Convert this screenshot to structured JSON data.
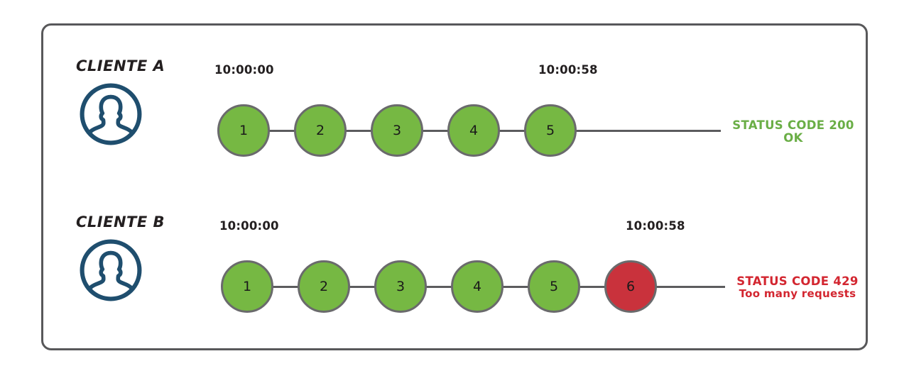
{
  "diagram": {
    "title_hidden": "",
    "colors": {
      "frame_border": "#58585a",
      "node_ok": "#76b843",
      "node_fail": "#c9323c",
      "node_stroke": "#6a6a6c",
      "link": "#5c5c5e",
      "avatar": "#1f4e6e",
      "status_ok_text": "#6aae46",
      "status_fail_text": "#d32630",
      "text": "#231f20"
    },
    "rows": [
      {
        "id": "client-a",
        "label": "CLIENTE A",
        "avatar_icon": "user-avatar-icon",
        "start_time": "10:00:00",
        "end_time": "10:00:58",
        "nodes": [
          {
            "number": "1",
            "state": "ok"
          },
          {
            "number": "2",
            "state": "ok"
          },
          {
            "number": "3",
            "state": "ok"
          },
          {
            "number": "4",
            "state": "ok"
          },
          {
            "number": "5",
            "state": "ok"
          }
        ],
        "status": {
          "line1": "STATUS CODE 200",
          "line2": "OK",
          "state": "good"
        }
      },
      {
        "id": "client-b",
        "label": "CLIENTE B",
        "avatar_icon": "user-avatar-icon",
        "start_time": "10:00:00",
        "end_time": "10:00:58",
        "nodes": [
          {
            "number": "1",
            "state": "ok"
          },
          {
            "number": "2",
            "state": "ok"
          },
          {
            "number": "3",
            "state": "ok"
          },
          {
            "number": "4",
            "state": "ok"
          },
          {
            "number": "5",
            "state": "ok"
          },
          {
            "number": "6",
            "state": "fail"
          }
        ],
        "status": {
          "line1": "STATUS CODE 429",
          "line2": "Too many requests",
          "state": "bad"
        }
      }
    ]
  }
}
